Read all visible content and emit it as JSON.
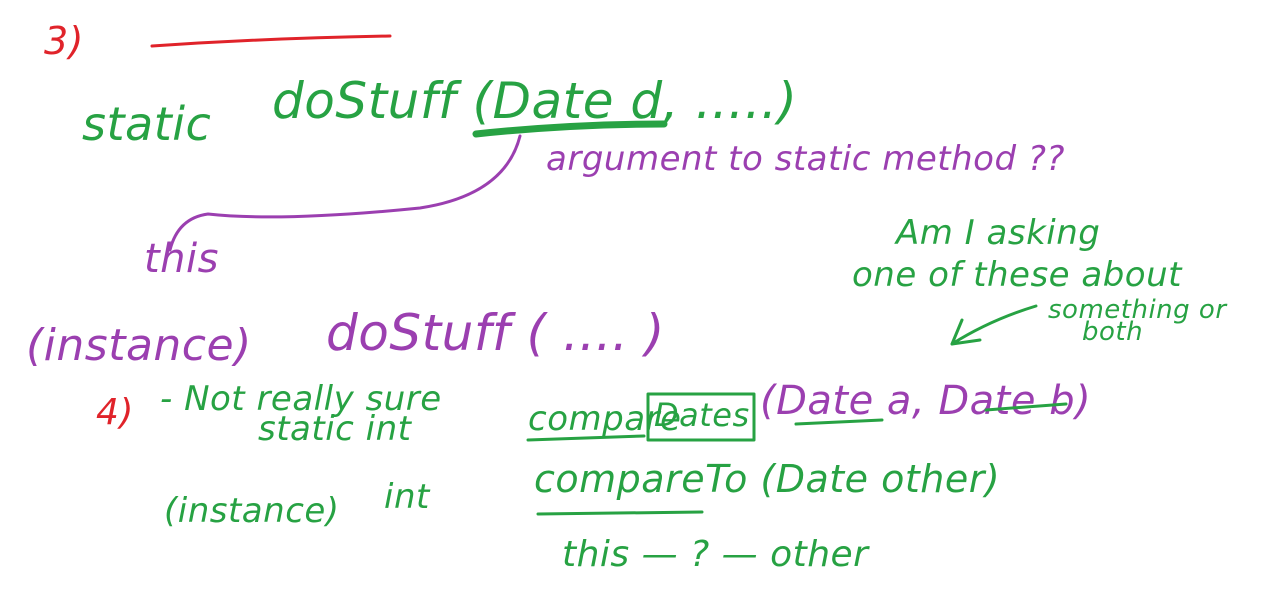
{
  "colors": {
    "red": "#e0232a",
    "green": "#27a243",
    "purple": "#9b3fb0"
  },
  "notes": {
    "section_number": "3)",
    "static_word": "static",
    "static_call": "doStuff (Date d, .....)",
    "static_question": "argument to static method ??",
    "this_label": "this",
    "instance_label": "(instance)",
    "instance_call": "doStuff ( .... )",
    "side_question_line1": "Am I asking",
    "side_question_line2": "one of these about",
    "side_question_line3": "something or",
    "side_question_line4": "both",
    "item4_number": "4)",
    "item4_remark": "- Not really sure",
    "static_int_prefix": "static  int",
    "static_compare_name": "compare",
    "static_compare_suffix": "Dates",
    "static_compare_params": "(Date a, Date b)",
    "instance_prefix": "(instance)",
    "instance_int": "int",
    "compare_to_call": "compareTo (Date other)",
    "this_vs_other": "this  — ? —  other"
  }
}
